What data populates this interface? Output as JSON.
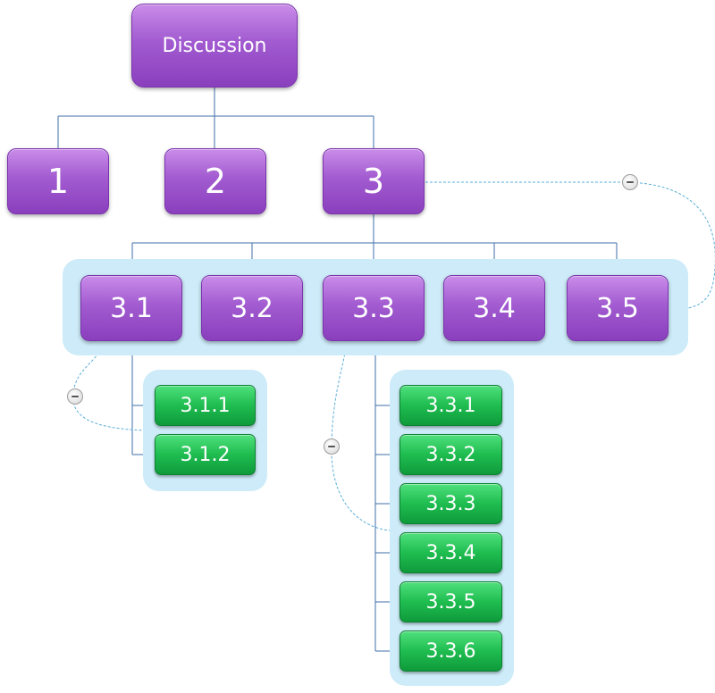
{
  "diagram": {
    "root": {
      "label": "Discussion"
    },
    "level1": [
      {
        "label": "1"
      },
      {
        "label": "2"
      },
      {
        "label": "3"
      }
    ],
    "level2": [
      {
        "label": "3.1"
      },
      {
        "label": "3.2"
      },
      {
        "label": "3.3"
      },
      {
        "label": "3.4"
      },
      {
        "label": "3.5"
      }
    ],
    "children_3_1": [
      {
        "label": "3.1.1"
      },
      {
        "label": "3.1.2"
      }
    ],
    "children_3_3": [
      {
        "label": "3.3.1"
      },
      {
        "label": "3.3.2"
      },
      {
        "label": "3.3.3"
      },
      {
        "label": "3.3.4"
      },
      {
        "label": "3.3.5"
      },
      {
        "label": "3.3.6"
      }
    ],
    "colors": {
      "topic": "#a25bd0",
      "subtopic": "#1fbd50",
      "group_fill": "#cdebf8",
      "line": "#3f6fa8",
      "relationship": "#5aaed8"
    },
    "icons": [
      "collapse-icon"
    ]
  }
}
